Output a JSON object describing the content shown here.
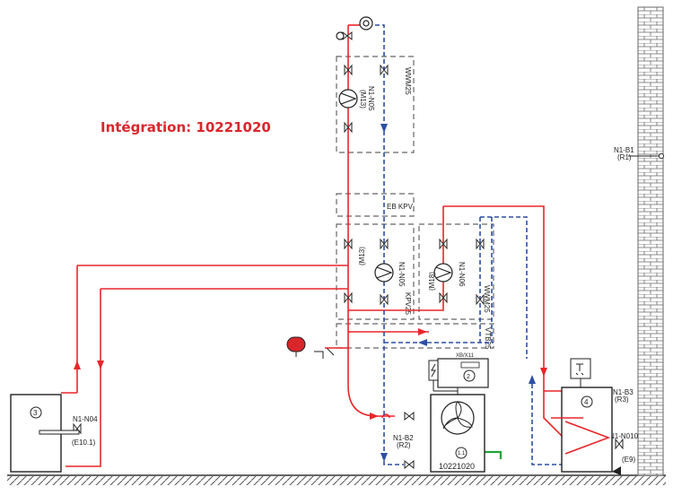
{
  "title": "Intégration: 10221020",
  "groups": {
    "wwm25_top": "WWM25",
    "eb_kpv": "EB KPV",
    "kpv25": "KPV25",
    "wwm25_mid": "WWM25",
    "vtb25": "VTB25"
  },
  "labels": {
    "m13_top": "(M13)",
    "n1_n05_top": "N1-N05",
    "m13_mid": "(M13)",
    "n1_n05_mid": "N1-N05",
    "m18": "(M18)",
    "n1_n06": "N1-N06",
    "n1_b1": "N1-B1",
    "r1": "(R1)",
    "n1_b3": "N1-B3",
    "r3": "(R3)",
    "n1_n010": "N1-N010",
    "e9": "(E9)",
    "n1_n04": "N1-N04",
    "e10_1": "(E10.1)",
    "n1_b2": "N1-B2",
    "r2": "(R2)",
    "xb_x11": "XB/X11",
    "unit_id": "10221020",
    "unit_num": "1.1",
    "num_2": "2",
    "num_3": "3",
    "num_4": "4"
  },
  "colors": {
    "flow": "#e8262a",
    "return": "#2d4fa3",
    "pipe_green": "#1fa33a",
    "frame": "#555555"
  }
}
